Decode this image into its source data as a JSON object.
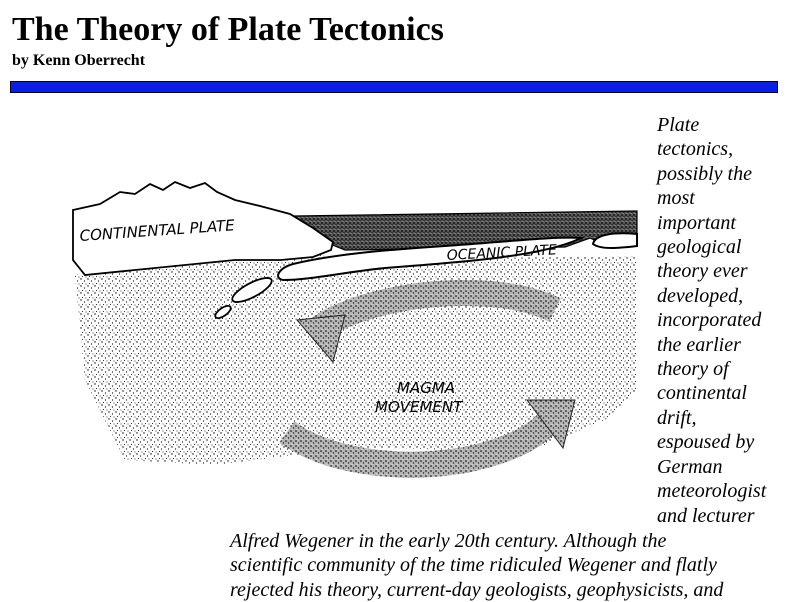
{
  "header": {
    "title": "The Theory of Plate Tectonics",
    "byline": "by Kenn Oberrecht",
    "rule_color": "#0a1ee6"
  },
  "figure": {
    "label_continental": "CONTINENTAL PLATE",
    "label_oceanic": "OCEANIC PLATE",
    "label_magma_1": "MAGMA",
    "label_magma_2": "MOVEMENT"
  },
  "article": {
    "side_lines": [
      "Plate",
      "tectonics,",
      "possibly the",
      "most",
      "important",
      "geological",
      "theory ever",
      "developed,",
      "incorporated",
      "the earlier",
      "theory of",
      "continental",
      "drift,",
      "espoused by",
      "German",
      "meteorologist",
      "and lecturer"
    ],
    "bottom_lines": [
      "Alfred Wegener in the early 20th century. Although the",
      "scientific community of the time ridiculed Wegener and flatly",
      "rejected his theory, current-day geologists, geophysicists, and"
    ]
  }
}
